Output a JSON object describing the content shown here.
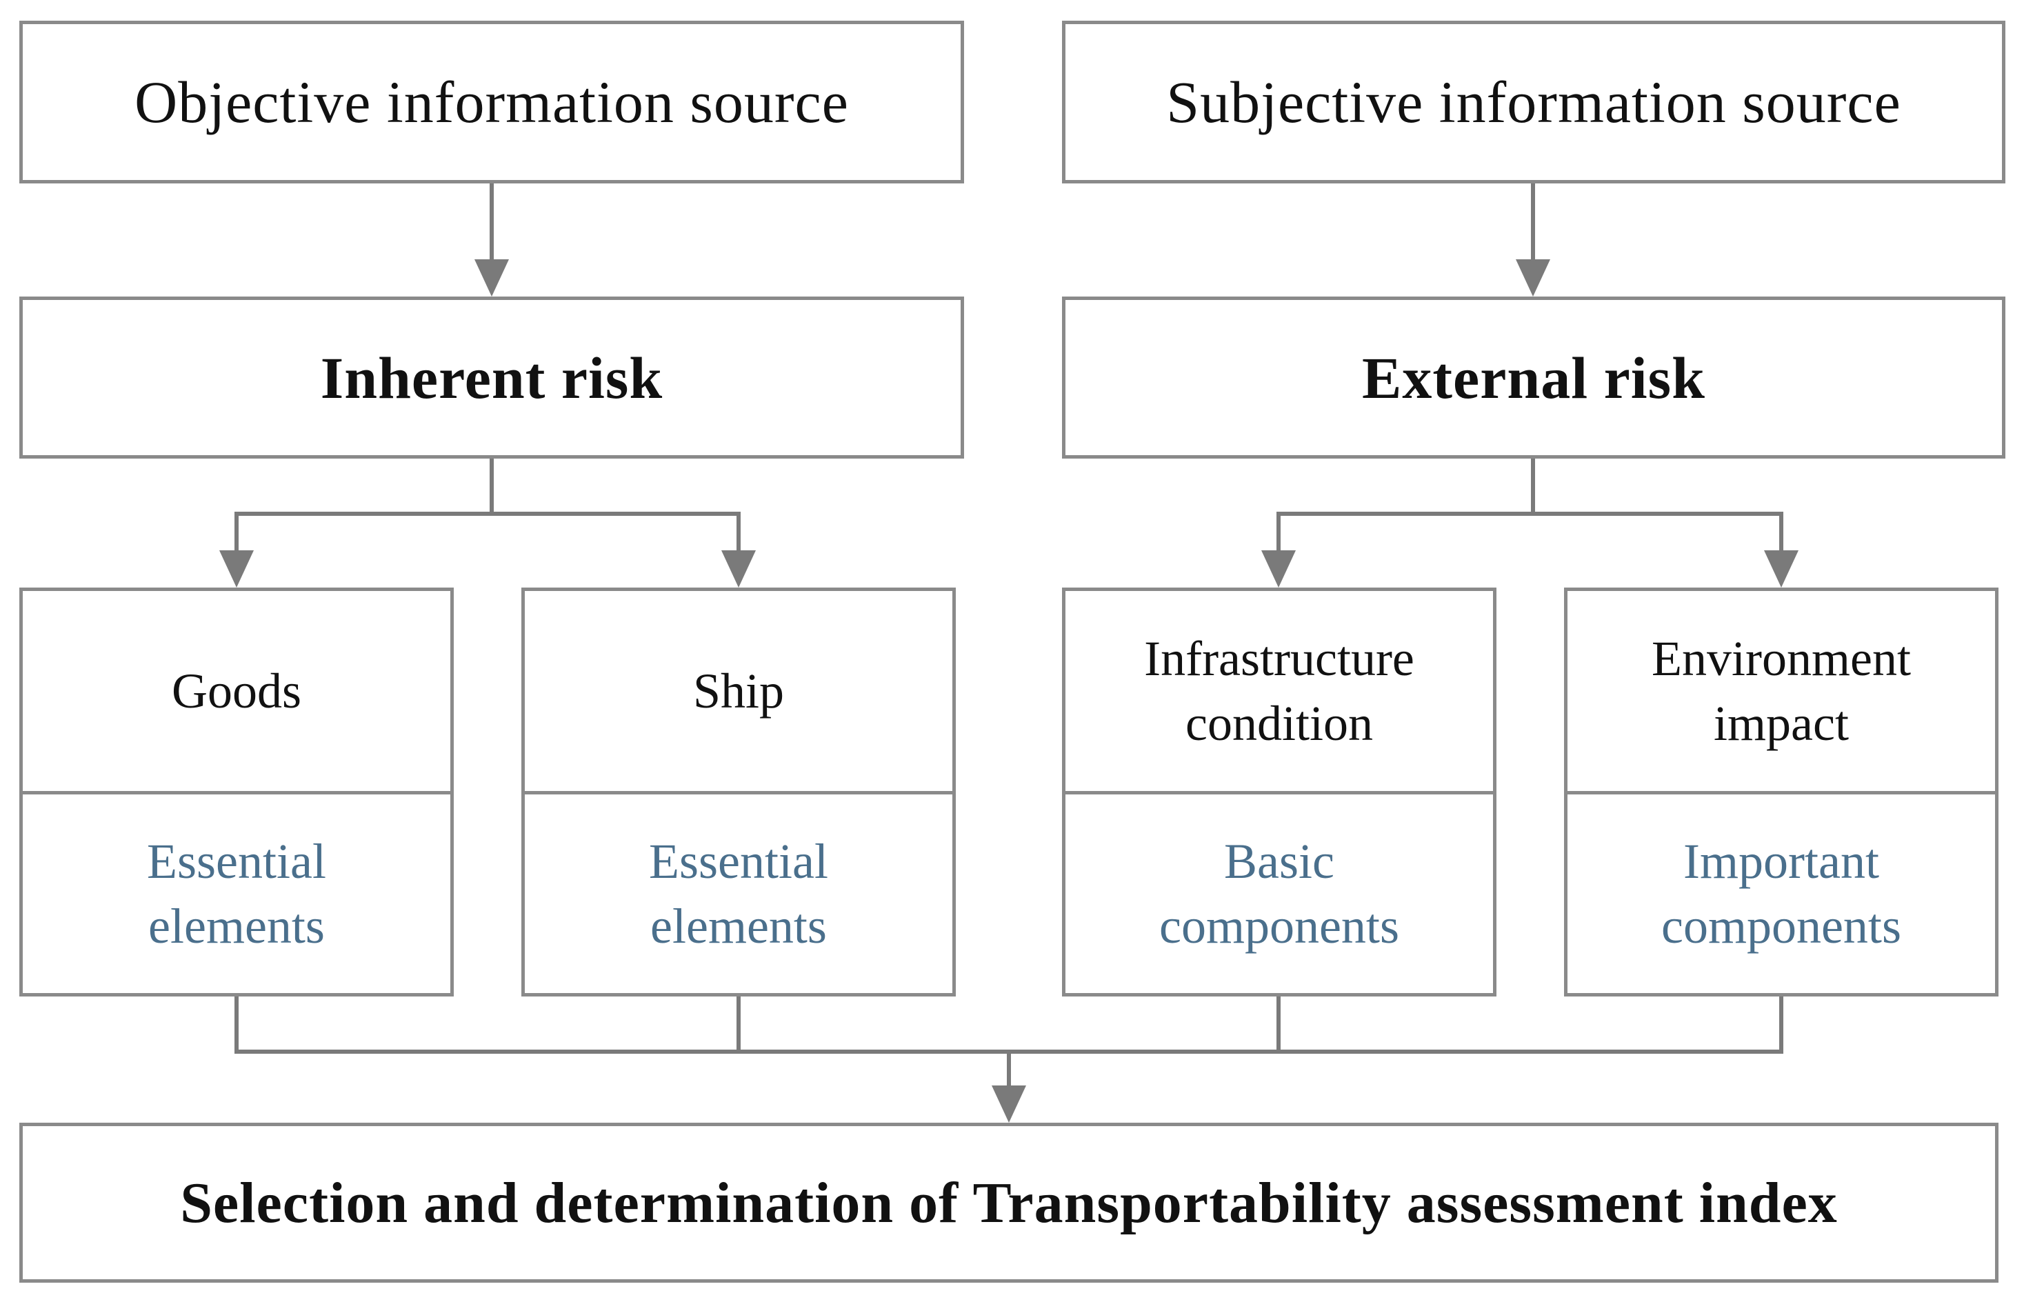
{
  "sources": {
    "objective": "Objective information source",
    "subjective": "Subjective information source"
  },
  "risks": {
    "inherent": "Inherent risk",
    "external": "External risk"
  },
  "categories": [
    {
      "label": "Goods",
      "element": "Essential\nelements"
    },
    {
      "label": "Ship",
      "element": "Essential\nelements"
    },
    {
      "label": "Infrastructure\ncondition",
      "element": "Basic\ncomponents"
    },
    {
      "label": "Environment\nimpact",
      "element": "Important\ncomponents"
    }
  ],
  "result": "Selection and determination of Transportability assessment index",
  "colors": {
    "border": "#8a8a8a",
    "connector": "#7a7a7a",
    "element_text": "#4a6f8c",
    "text": "#111111"
  }
}
